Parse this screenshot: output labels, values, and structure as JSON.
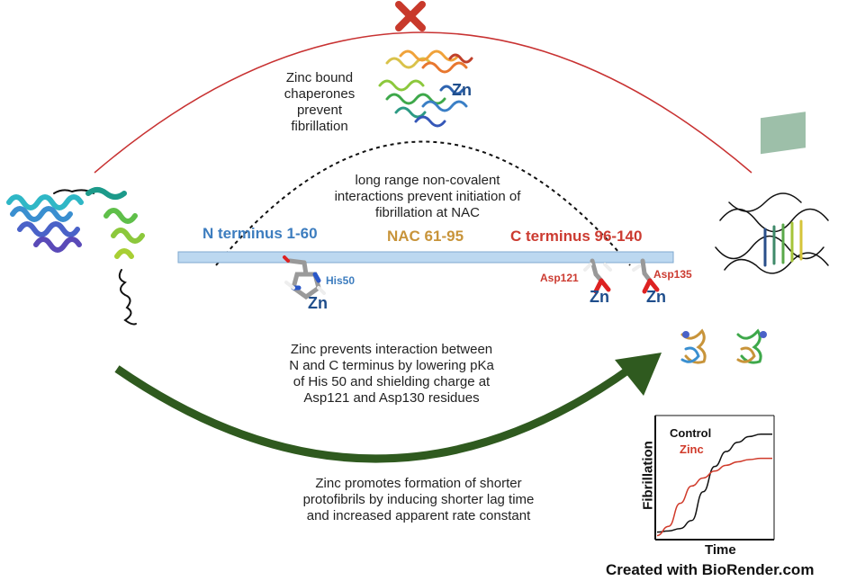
{
  "colors": {
    "outer_arc": "#c83232",
    "cross": "#c8392b",
    "bar_fill": "#bcd8f0",
    "bar_stroke": "#7fa9cf",
    "n_terminus": "#3d7dbf",
    "nac": "#c8943a",
    "c_terminus": "#cc3b31",
    "green_arrow": "#2f5a1f",
    "zinc_curve": "#d03a2a",
    "control_curve": "#111111"
  },
  "top": {
    "cross_icon": "red-x-icon",
    "chaperone_label": "Zinc bound\nchaperones\nprevent\nfibrillation",
    "chaperone_zn": "Zn"
  },
  "middle": {
    "interaction_text": "long range non-covalent\ninteractions prevent initiation of\nfibrillation at NAC",
    "regions": {
      "n_terminus": "N terminus 1-60",
      "nac": "NAC 61-95",
      "c_terminus": "C terminus 96-140"
    },
    "residues": {
      "his50": "His50",
      "asp121": "Asp121",
      "asp135": "Asp135"
    },
    "zn_label": "Zn"
  },
  "bottom": {
    "zinc_prevents_text": "Zinc prevents interaction between\nN and C terminus by  lowering pKa\nof His 50 and shielding charge at\nAsp121 and Asp130 residues",
    "zinc_promotes_text": "Zinc promotes formation of shorter\nprotofibrils by inducing shorter lag time\nand increased apparent rate constant"
  },
  "chart_data": {
    "type": "line",
    "xlabel": "Time",
    "ylabel": "Fibrillation",
    "series": [
      {
        "name": "Control",
        "color": "#111111",
        "x": [
          0,
          1,
          2,
          3,
          4,
          5,
          6,
          7,
          8,
          9,
          10
        ],
        "y": [
          0.05,
          0.06,
          0.08,
          0.15,
          0.4,
          0.62,
          0.75,
          0.83,
          0.88,
          0.9,
          0.9
        ]
      },
      {
        "name": "Zinc",
        "color": "#d03a2a",
        "x": [
          0,
          1,
          2,
          3,
          4,
          5,
          6,
          7,
          8,
          9,
          10
        ],
        "y": [
          0.02,
          0.1,
          0.3,
          0.45,
          0.52,
          0.58,
          0.63,
          0.66,
          0.68,
          0.69,
          0.69
        ]
      }
    ],
    "ylim": [
      0,
      1
    ],
    "xlim": [
      0,
      10
    ]
  },
  "credit": "Created with BioRender.com"
}
